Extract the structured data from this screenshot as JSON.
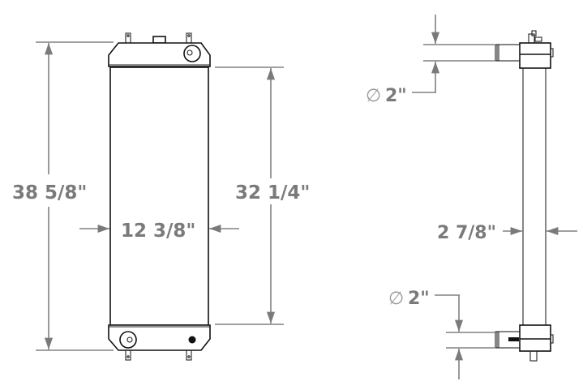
{
  "drawing": {
    "subject": "Radiator",
    "views": [
      "front-view",
      "side-view"
    ],
    "colors": {
      "dimension": "#7a7a7a",
      "outline": "#111111",
      "background": "#ffffff"
    }
  },
  "dimensions": {
    "overall_height": "38 5/8\"",
    "core_height": "32 1/4\"",
    "core_width": "12 3/8\"",
    "core_depth": "2 7/8\"",
    "inlet_diameter": "2\"",
    "outlet_diameter": "2\"",
    "diameter_symbol": "∅"
  }
}
